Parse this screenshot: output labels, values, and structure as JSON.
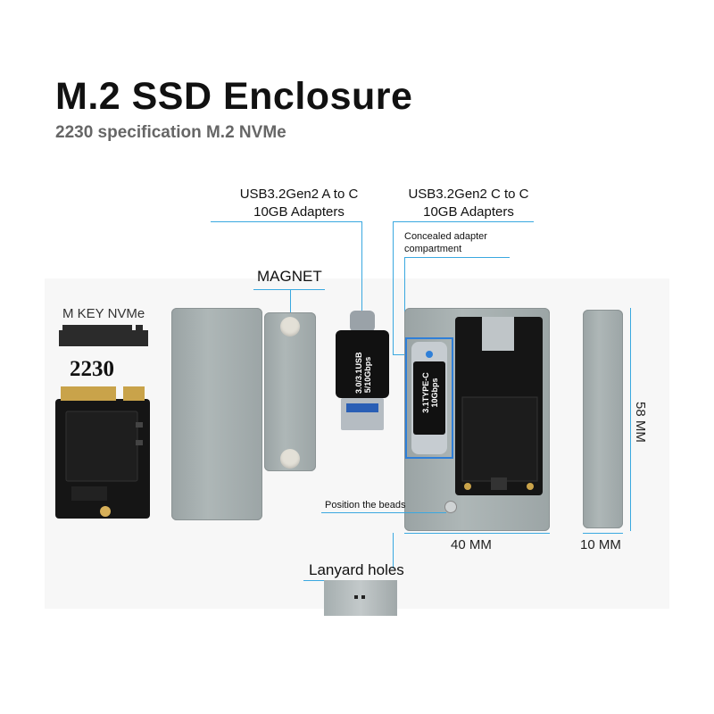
{
  "header": {
    "title": "M.2 SSD Enclosure",
    "subtitle": "2230 specification M.2 NVMe"
  },
  "labels": {
    "usb_a_to_c_line1": "USB3.2Gen2 A to C",
    "usb_a_to_c_line2": "10GB Adapters",
    "usb_c_to_c_line1": "USB3.2Gen2 C to C",
    "usb_c_to_c_line2": "10GB Adapters",
    "concealed_line1": "Concealed adapter",
    "concealed_line2": "compartment",
    "magnet": "MAGNET",
    "m_key": "M KEY NVMe",
    "size_2230": "2230",
    "position_beads": "Position the beads",
    "lanyard_holes": "Lanyard holes"
  },
  "dimensions": {
    "height": "58 MM",
    "width": "40 MM",
    "depth": "10 MM"
  },
  "adapters": {
    "a_to_c_text_line1": "3.0/3.1USB",
    "a_to_c_text_line2": "5/10Gbps",
    "c_to_c_text_line1": "3.1TYPE-C",
    "c_to_c_text_line2": "10Gbps"
  },
  "colors": {
    "accent_line": "#3aa8e0",
    "enclosure_gray": "#9ea7a8",
    "pcb_black": "#151515",
    "gold_contacts": "#c9a34a"
  }
}
